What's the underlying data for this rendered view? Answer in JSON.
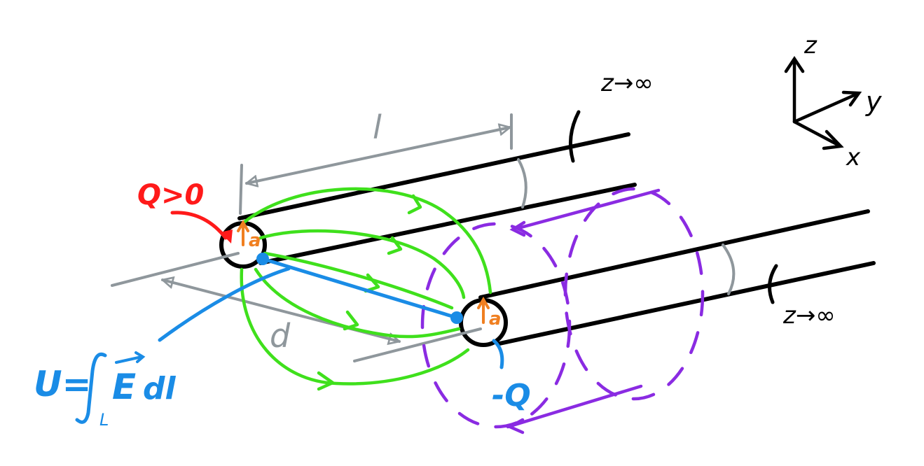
{
  "labels": {
    "length": "l",
    "z_inf_top": "z→∞",
    "z_inf_bottom": "z→∞",
    "charge_pos": "Q>0",
    "charge_neg": "-Q",
    "radius_left": "a",
    "radius_right": "a",
    "distance": "d",
    "voltage_lhs": "U=",
    "voltage_E": "E",
    "voltage_dl": "dl",
    "voltage_sub": "L",
    "axis_z": "z",
    "axis_y": "y",
    "axis_x": "x"
  },
  "colors": {
    "conductor": "#000000",
    "dimension": "#8f979c",
    "field_lines": "#3fe01c",
    "equipotential": "#8a2be2",
    "voltage_path": "#1a8ce6",
    "radius": "#f07f20",
    "positive_charge": "#ff1a1a"
  }
}
